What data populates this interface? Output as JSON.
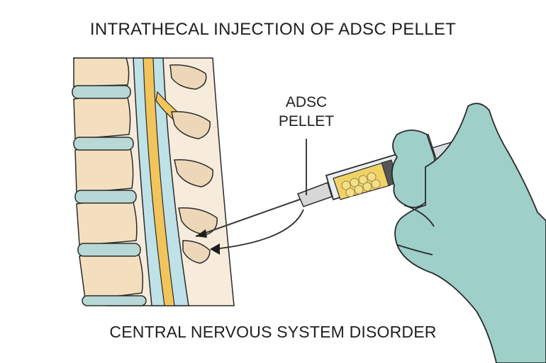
{
  "title": "INTRATHECAL INJECTION OF ADSC PELLET",
  "callout": {
    "line1": "ADSC",
    "line2": "PELLET"
  },
  "footer": "CENTRAL NERVOUS SYSTEM DISORDER",
  "colors": {
    "vertebra": "#f3dfbe",
    "disc": "#b8d8d6",
    "nerve": "#f2c45c",
    "csf": "#bfe1e8",
    "glove": "#9fcfc9",
    "pellet": "#f0d267",
    "outline": "#2b2b2b",
    "background_tissue": "#f6ead8"
  }
}
